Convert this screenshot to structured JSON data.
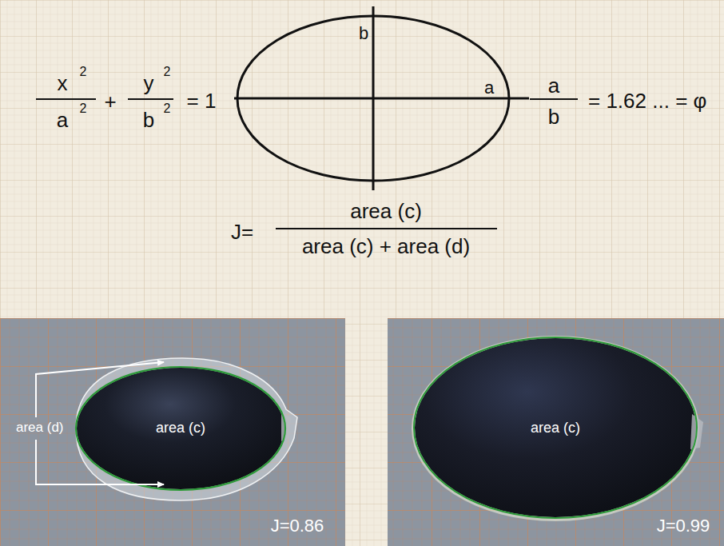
{
  "diagram": {
    "nodes": [
      {
        "text": [
          "area (d)",
          "area (c)",
          "J=0.86"
        ]
      },
      {
        "text": [
          "area (c)",
          "J=0.99"
        ]
      }
    ],
    "labels": [
      "x",
      "2",
      "a",
      "2",
      "+",
      "y",
      "2",
      "b",
      "2",
      "= 1",
      "b",
      "a",
      "a",
      "b",
      "= 1.62 ... = φ",
      "J=",
      "area (c)",
      "area (c) + area (d)"
    ]
  }
}
